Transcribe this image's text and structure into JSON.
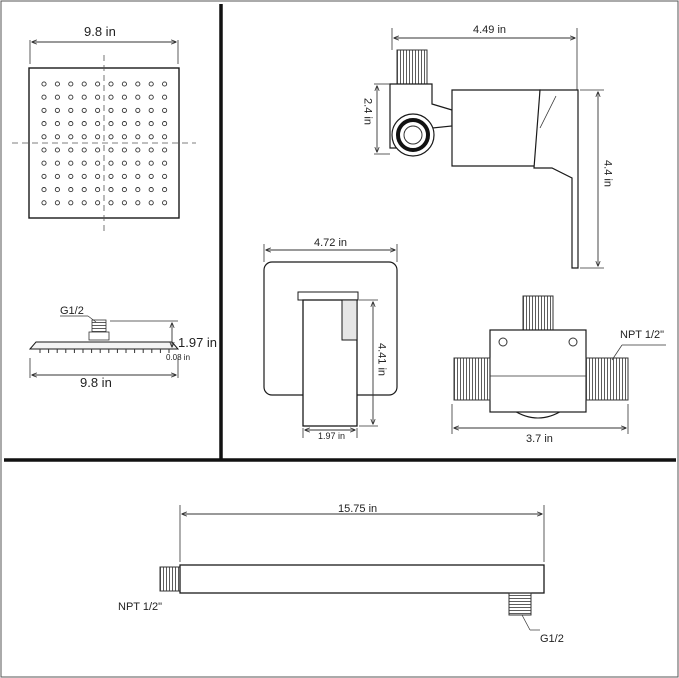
{
  "dimensions": {
    "head_width_top": "9.8 in",
    "head_connector": "G1/2",
    "head_height": "1.97 in",
    "head_thickness": "0.08 in",
    "head_width_side": "9.8 in",
    "valve_width": "4.49 in",
    "valve_inlet_height": "2.4 in",
    "valve_total_height": "4.4 in",
    "plate_width": "4.72 in",
    "plate_height": "4.41 in",
    "plate_depth": "1.97 in",
    "valve_thread": "NPT 1/2\"",
    "valve_body_length": "3.7 in",
    "arm_length": "15.75 in",
    "arm_inlet_thread": "NPT 1/2\"",
    "arm_outlet_thread": "G1/2"
  },
  "colors": {
    "line": "#1a1a1a",
    "divider": "#111111",
    "text": "#222222"
  }
}
